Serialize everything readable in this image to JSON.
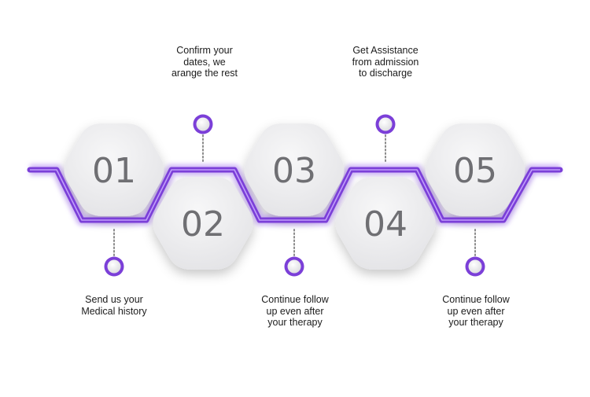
{
  "steps": [
    {
      "number": "01",
      "caption": [
        "Send us your",
        "Medical history"
      ]
    },
    {
      "number": "02",
      "caption": [
        "Confirm your",
        "dates, we",
        "arange the rest"
      ]
    },
    {
      "number": "03",
      "caption": [
        "Continue follow",
        "up even after",
        "your therapy"
      ]
    },
    {
      "number": "04",
      "caption": [
        "Get Assistance",
        "from admission",
        "to discharge"
      ]
    },
    {
      "number": "05",
      "caption": [
        "Continue follow",
        "up even after",
        "your therapy"
      ]
    }
  ],
  "colors": {
    "accent": "#7b3fd8",
    "accent_light": "#a77ef0",
    "hexagon": "#ececee",
    "number": "#6f6f73",
    "text": "#1c1c1c",
    "marker_ring": "#7b3fd8",
    "dotted_line": "#8a8a8a"
  }
}
